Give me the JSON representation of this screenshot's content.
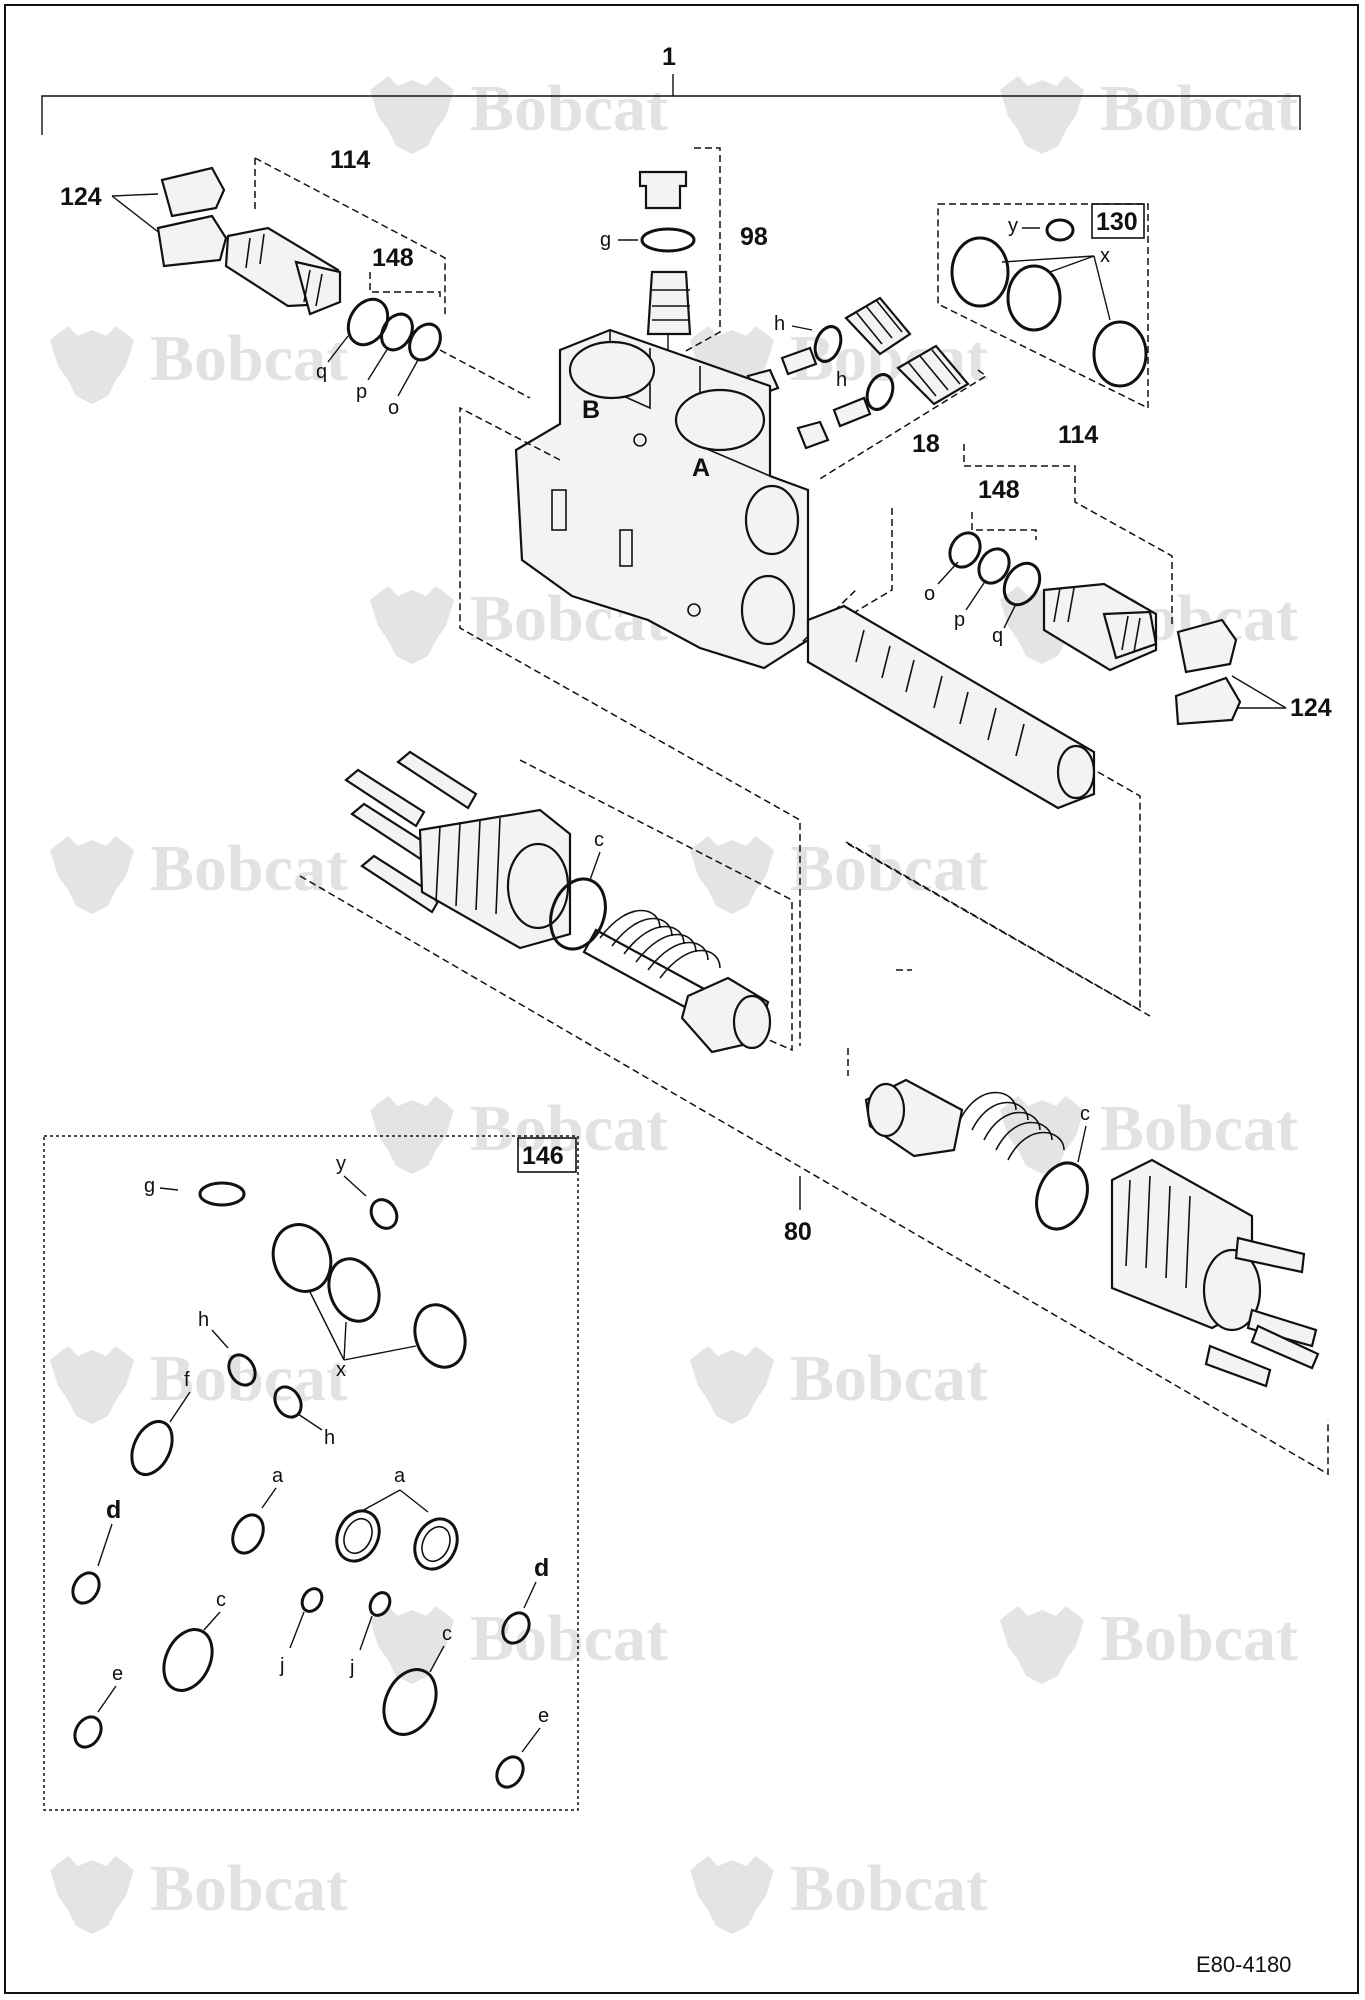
{
  "watermark": {
    "text": "Bobcat",
    "icon": "bobcat-logo-icon"
  },
  "labels": {
    "assembly": "1",
    "relief_valve_upper": "114",
    "cap_upper": "124",
    "seal_set_upper": "148",
    "plug": "98",
    "seal_g_upper": "g",
    "seal_kit_small": "130",
    "seal_y_small": "y",
    "seal_x_small": "x",
    "check_h_1": "h",
    "check_h_2": "h",
    "check_valve": "18",
    "ring_q_upper": "q",
    "ring_p_upper": "p",
    "ring_o_upper": "o",
    "port_b": "B",
    "port_a": "A",
    "relief_valve_lower": "114",
    "seal_set_lower": "148",
    "ring_o_lower": "o",
    "ring_p_lower": "p",
    "ring_q_lower": "q",
    "cap_lower": "124",
    "oring_c_left": "c",
    "oring_c_right": "c",
    "spool_assembly": "80"
  },
  "seal_kit": {
    "number": "146",
    "g": "g",
    "y": "y",
    "x": "x",
    "h1": "h",
    "h2": "h",
    "f": "f",
    "a1": "a",
    "a2": "a",
    "d1": "d",
    "d2": "d",
    "c1": "c",
    "c2": "c",
    "j1": "j",
    "j2": "j",
    "e1": "e",
    "e2": "e"
  },
  "figure_code": "E80-4180"
}
